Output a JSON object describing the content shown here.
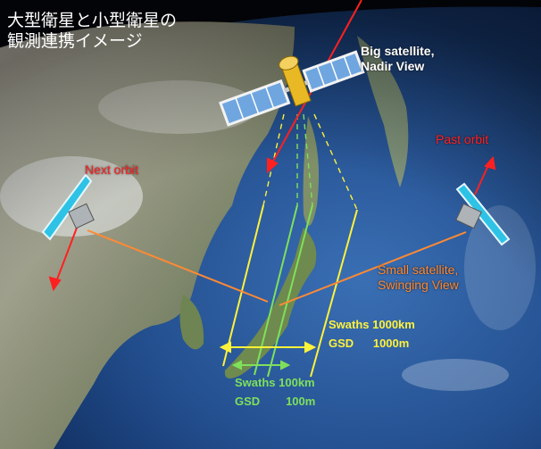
{
  "title": "大型衛星と小型衛星の\n観測連携イメージ",
  "labels": {
    "big_satellite": "Big satellite,\nNadir View",
    "next_orbit": "Next orbit",
    "past_orbit": "Past orbit",
    "small_satellite": "Small satellite,\nSwinging View",
    "big_swath": "Swaths 1000km",
    "big_gsd": "GSD      1000m",
    "small_swath": "Swaths 100km",
    "small_gsd": "GSD        100m"
  },
  "colors": {
    "big_swath_lines": "#fff23a",
    "small_swath_lines": "#7fe05b",
    "orbit_arrows": "#ff2020",
    "pointing_lines": "#ff8a33",
    "small_sat_panel": "#2ec3e6"
  }
}
